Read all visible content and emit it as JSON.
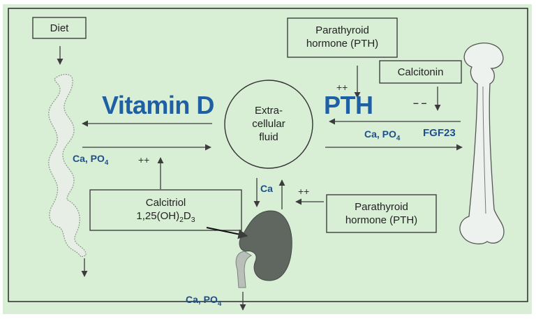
{
  "boxes": {
    "diet": "Diet",
    "pth_top_line1": "Parathyroid",
    "pth_top_line2": "hormone (PTH)",
    "calcitonin": "Calcitonin",
    "calcitriol_line1": "Calcitriol",
    "calcitriol_line2_pre": "1,25(OH)",
    "calcitriol_line2_sub1": "2",
    "calcitriol_line2_mid": "D",
    "calcitriol_line2_sub2": "3",
    "pth_bottom_line1": "Parathyroid",
    "pth_bottom_line2": "hormone (PTH)"
  },
  "center": {
    "line1": "Extra-",
    "line2": "cellular",
    "line3": "fluid"
  },
  "titles": {
    "vitamin_d": "Vitamin D",
    "pth": "PTH"
  },
  "labels": {
    "ca_po4_gut_pre": "Ca, PO",
    "ca_po4_gut_sub": "4",
    "ca_po4_bone_pre": "Ca, PO",
    "ca_po4_bone_sub": "4",
    "fgf23": "FGF23",
    "ca_kidney": "Ca",
    "ca_po4_urine_pre": "Ca, PO",
    "ca_po4_urine_sub": "4"
  },
  "signs": {
    "plus_gut": "++",
    "plus_pth_top": "++",
    "minus_calcitonin": "– –",
    "plus_pth_bottom": "++"
  },
  "colors": {
    "background": "#d8efd6",
    "title_blue": "#1f5fa3",
    "label_blue": "#1e4f8c",
    "kidney": "#5f6760",
    "line": "#3c3c3c"
  }
}
